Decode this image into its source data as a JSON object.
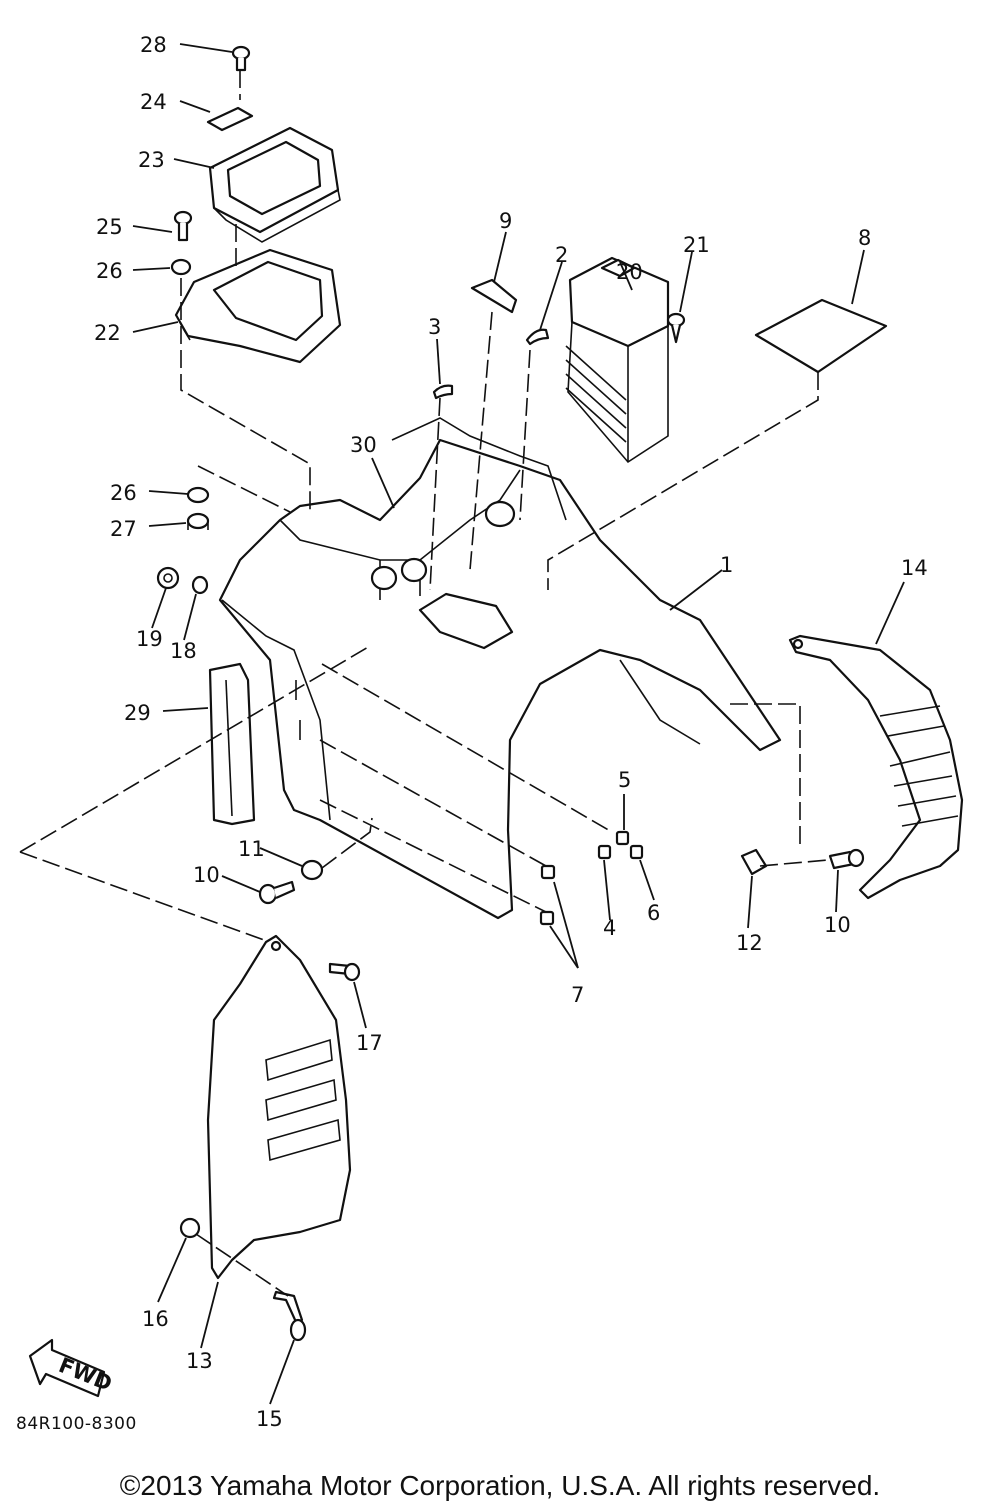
{
  "diagram": {
    "callouts": [
      "28",
      "24",
      "23",
      "25",
      "26",
      "22",
      "9",
      "2",
      "20",
      "21",
      "8",
      "3",
      "30",
      "26",
      "27",
      "19",
      "18",
      "29",
      "1",
      "14",
      "5",
      "4",
      "6",
      "11",
      "10",
      "12",
      "10",
      "7",
      "17",
      "16",
      "13",
      "15"
    ],
    "fwd_label": "FWD",
    "drawing_code": "84R100-8300"
  },
  "footer": {
    "copyright": "©2013 Yamaha Motor Corporation, U.S.A. All rights reserved."
  }
}
